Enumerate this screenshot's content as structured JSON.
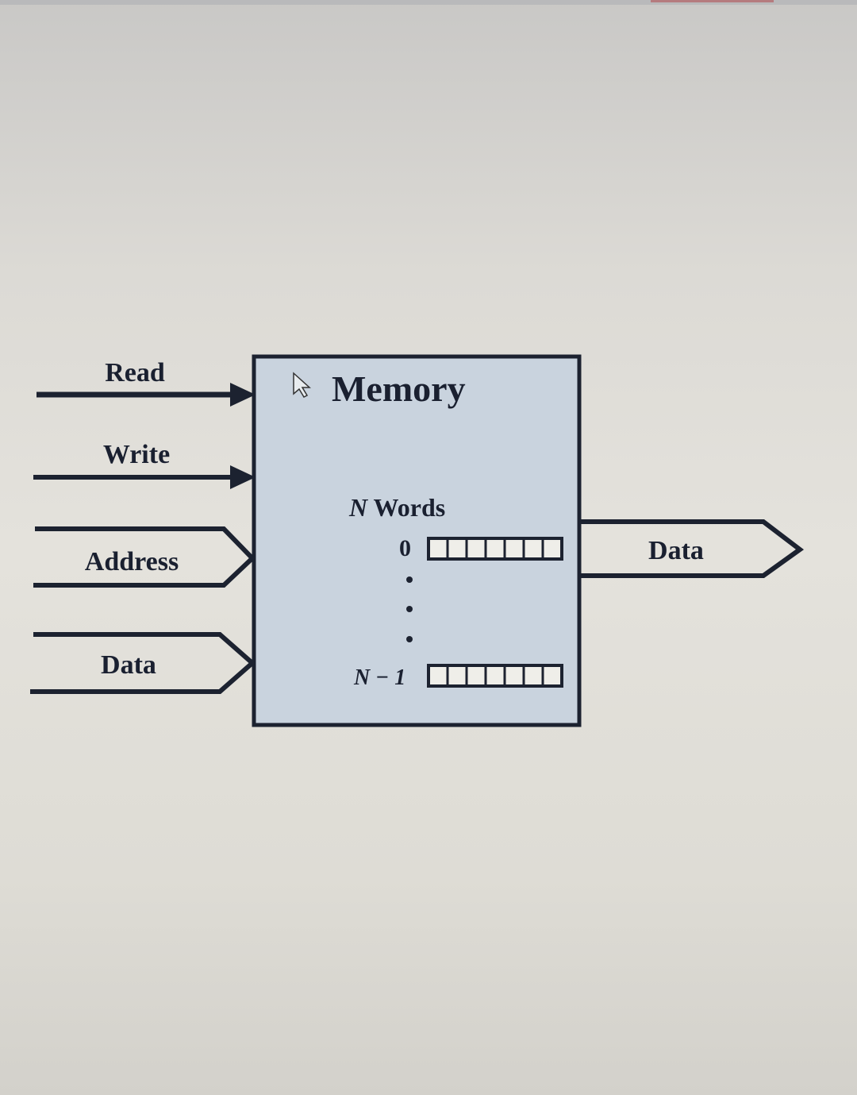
{
  "diagram": {
    "title": "Memory",
    "words_label": "N Words",
    "words_label_n": "N",
    "words_label_rest": " Words",
    "first_index": "0",
    "last_index": "N − 1",
    "cells_per_word": 7,
    "inputs": [
      {
        "label": "Read",
        "kind": "control"
      },
      {
        "label": "Write",
        "kind": "control"
      },
      {
        "label": "Address",
        "kind": "bus"
      },
      {
        "label": "Data",
        "kind": "bus"
      }
    ],
    "outputs": [
      {
        "label": "Data",
        "kind": "bus"
      }
    ],
    "colors": {
      "block_fill": "#c9d3de",
      "line": "#1c2230",
      "background": "#e2e0da"
    }
  }
}
